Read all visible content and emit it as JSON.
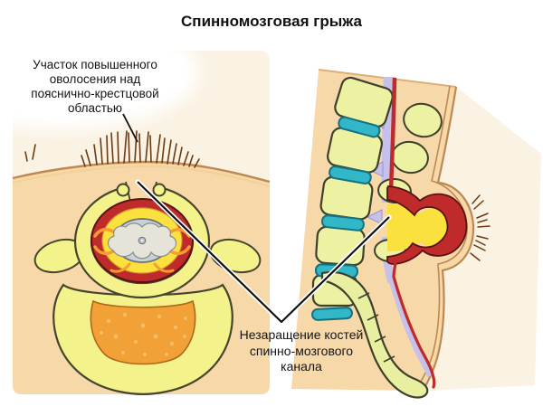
{
  "title": "Спинномозговая грыжа",
  "labels": {
    "hair_patch": {
      "lines": [
        "Участок повышенного",
        "оволосения над",
        "пояснично-крестцовой",
        "областью"
      ]
    },
    "canal_defect": {
      "lines": [
        "Незаращение костей",
        "спинно-мозгового",
        "канала"
      ]
    }
  },
  "colors": {
    "background": "#ffffff",
    "panel_cream": "#faf2e2",
    "skin_peach": "#f7d8a9",
    "skin_outline": "#bd8851",
    "bone_yellow": "#f4f28b",
    "bone_pale": "#edf2a3",
    "dura_red": "#bf2b2b",
    "csf_yellow": "#fae13e",
    "disc_teal": "#31b7c8",
    "canal_lavender": "#c6c1ea",
    "nerve_orange": "#f59d31",
    "spongy_orange": "#f2a136",
    "cord_gray": "#c9d0d6",
    "hair_brown": "#6b3a12",
    "text": "#141414"
  }
}
